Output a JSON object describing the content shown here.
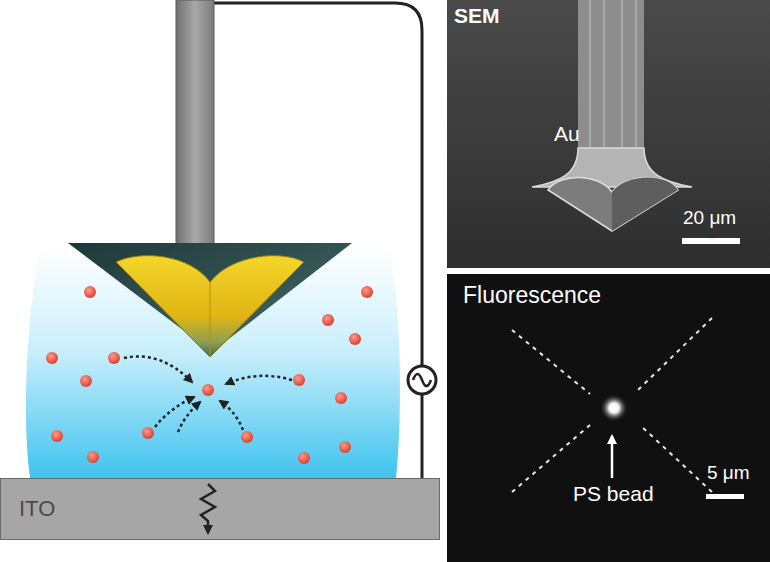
{
  "diagram": {
    "nodes": [
      {
        "text": [
          "ITO"
        ]
      },
      {
        "text": [
          "SEM"
        ]
      },
      {
        "text": [
          "Fluorescence"
        ]
      }
    ],
    "labels": [
      "Au",
      "20 μm",
      "PS bead",
      "5 μm"
    ]
  }
}
